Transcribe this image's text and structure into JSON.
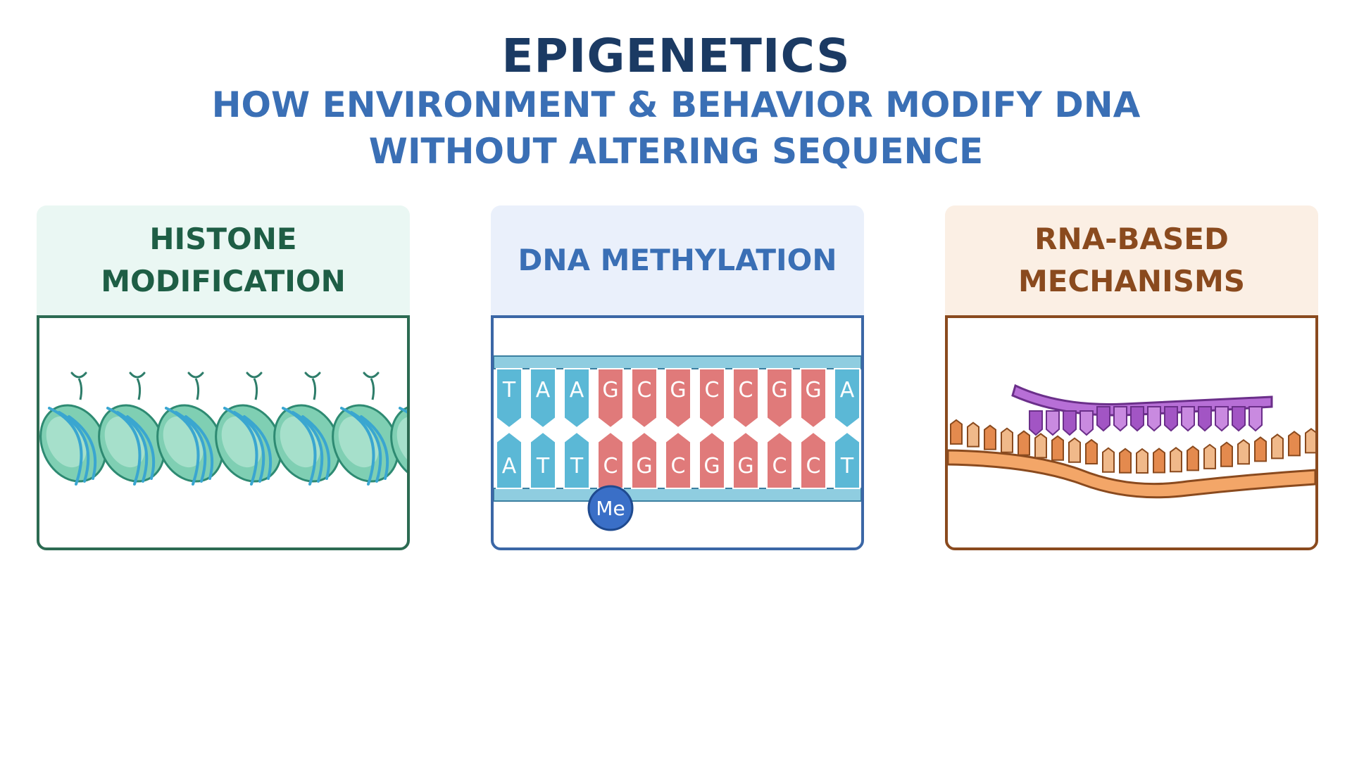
{
  "header": {
    "title": "EPIGENETICS",
    "subtitle_line1": "HOW ENVIRONMENT & BEHAVIOR MODIFY DNA",
    "subtitle_line2": "WITHOUT ALTERING SEQUENCE"
  },
  "panels": [
    {
      "title_line1": "HISTONE",
      "title_line2": "MODIFICATION",
      "color": "#2c6b52",
      "head_bg": "#eaf7f3",
      "illustration": "nucleosome-chain-icon"
    },
    {
      "title": "DNA METHYLATION",
      "color": "#3b67a6",
      "head_bg": "#eaf0fb",
      "illustration": "dna-ladder-icon"
    },
    {
      "title_line1": "RNA-BASED",
      "title_line2": "MECHANISMS",
      "color": "#8a4a1e",
      "head_bg": "#fbefe4",
      "illustration": "rna-strand-icon"
    }
  ],
  "dna": {
    "top_bases": [
      "T",
      "A",
      "A",
      "G",
      "C",
      "G",
      "C",
      "C",
      "G",
      "G",
      "A"
    ],
    "bottom_bases": [
      "A",
      "T",
      "T",
      "C",
      "G",
      "C",
      "G",
      "G",
      "C",
      "C",
      "T"
    ],
    "methyl_label": "Me",
    "colors": {
      "at": "#5bb8d6",
      "gc": "#e07a7a",
      "backbone": "#8fcde0",
      "methyl": "#3a6fc7"
    }
  }
}
